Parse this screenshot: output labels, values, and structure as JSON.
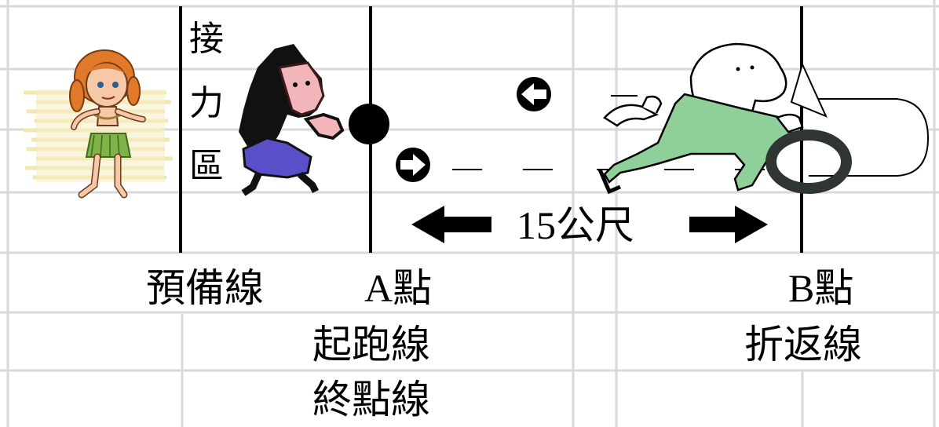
{
  "diagram": {
    "relay_zone_label": [
      "接",
      "力",
      "區"
    ],
    "distance_label": "15公尺",
    "prep_line_label": "預備線",
    "point_a_label": "A點",
    "point_b_label": "B點",
    "start_line_label": "起跑線",
    "turn_line_label": "折返線",
    "finish_line_label": "終點線"
  },
  "icons": {
    "waiting_runner": "girl-figure",
    "running_runner": "running-person-figure",
    "marker": "black-dot",
    "turnaround": "cartoon-runner-with-tire"
  },
  "colors": {
    "grid": "#d9d9d9",
    "line": "#000000",
    "skirt": "#5b4fc9",
    "pants": "#8fcf9a",
    "hair": "#e07a2a"
  }
}
